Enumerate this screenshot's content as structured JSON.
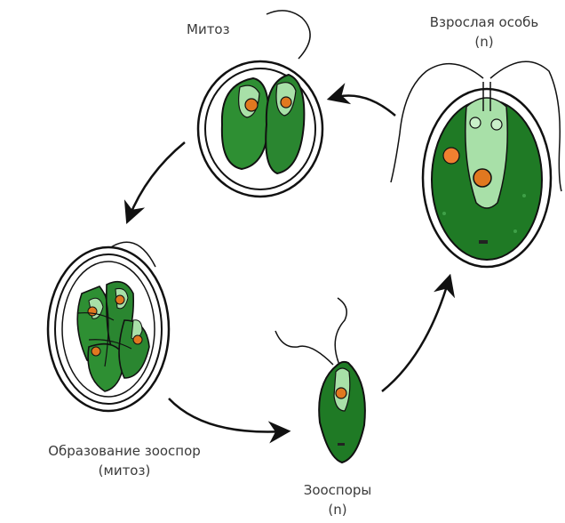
{
  "labels": {
    "mitosis": "Митоз",
    "adult_line1": "Взрослая особь",
    "adult_line2": "(n)",
    "formation_line1": "Образование зооспор",
    "formation_line2": "(митоз)",
    "zoospores_line1": "Зооспоры",
    "zoospores_line2": "(n)"
  },
  "colors": {
    "cell_dark_green": "#1f7a25",
    "cell_mid_green": "#2e9a38",
    "chloroplast_light": "#a8e0a8",
    "nucleus_orange": "#e07820",
    "outline": "#111111",
    "arrow": "#111111"
  },
  "cycle_order": [
    "adult",
    "mitosis",
    "zoospore-formation",
    "zoospores"
  ]
}
